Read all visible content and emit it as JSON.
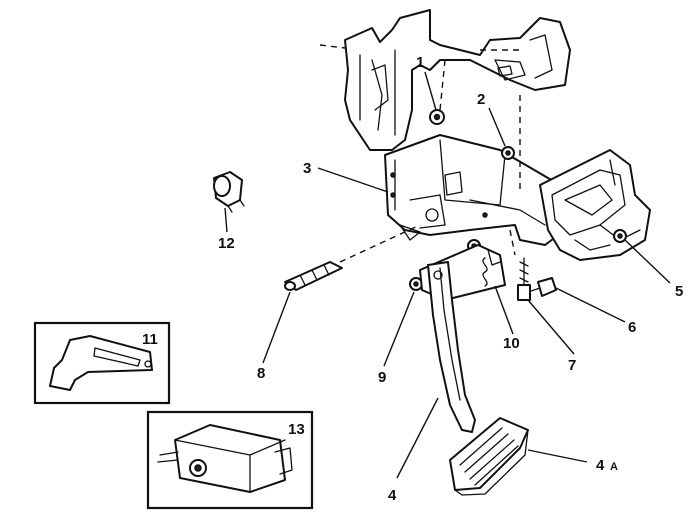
{
  "callouts": {
    "c1": "1",
    "c2": "2",
    "c3": "3",
    "c4a": "4",
    "c4b": "4",
    "c4b_suffix": "A",
    "c5": "5",
    "c6": "6",
    "c7": "7",
    "c8": "8",
    "c9": "9",
    "c10": "10",
    "c11": "11",
    "c12": "12",
    "c13": "13"
  }
}
